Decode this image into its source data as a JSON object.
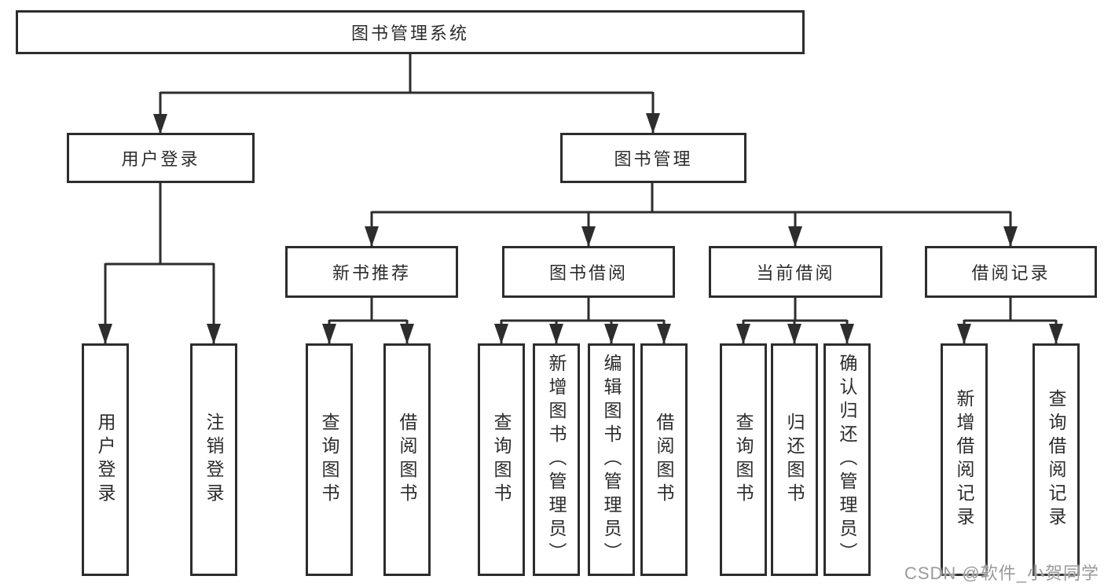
{
  "diagram": {
    "title": "图书管理系统",
    "type": "hierarchy-tree"
  },
  "tree": {
    "label": "图书管理系统",
    "children": [
      {
        "label": "用户登录",
        "children": [
          {
            "label": "用户登录"
          },
          {
            "label": "注销登录"
          }
        ]
      },
      {
        "label": "图书管理",
        "children": [
          {
            "label": "新书推荐",
            "children": [
              {
                "label": "查询图书"
              },
              {
                "label": "借阅图书"
              }
            ]
          },
          {
            "label": "图书借阅",
            "children": [
              {
                "label": "查询图书"
              },
              {
                "label": "新增图书（管理员）"
              },
              {
                "label": "编辑图书（管理员）"
              },
              {
                "label": "借阅图书"
              }
            ]
          },
          {
            "label": "当前借阅",
            "children": [
              {
                "label": "查询图书"
              },
              {
                "label": "归还图书"
              },
              {
                "label": "确认归还（管理员）"
              }
            ]
          },
          {
            "label": "借阅记录",
            "children": [
              {
                "label": "新增借阅记录"
              },
              {
                "label": "查询借阅记录"
              }
            ]
          }
        ]
      }
    ]
  },
  "watermark": {
    "text": "CSDN @软件_小贺同学"
  },
  "colors": {
    "line": "#2d2d2d",
    "box_border": "#2d2d2d",
    "text": "#2c2c2c",
    "background": "#ffffff",
    "watermark": "#9a9a9a"
  }
}
